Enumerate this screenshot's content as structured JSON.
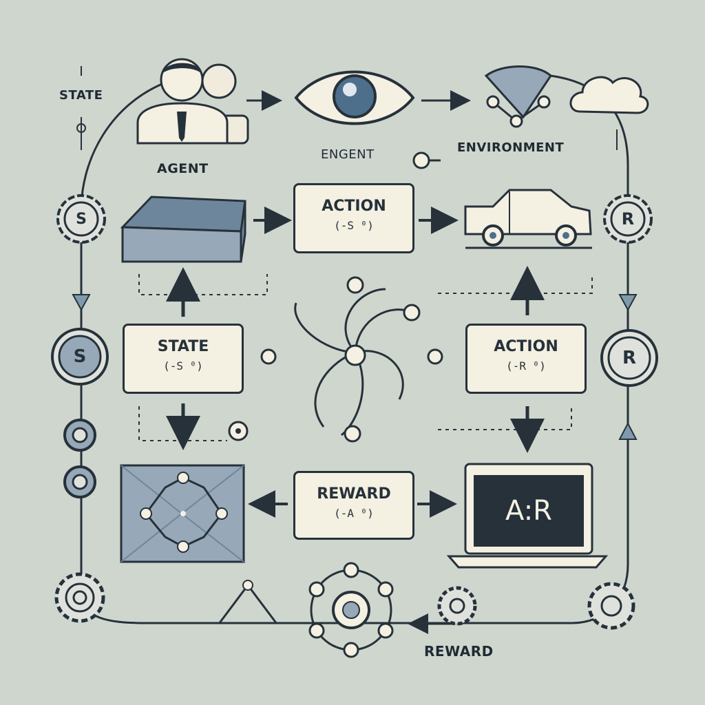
{
  "labels": {
    "state_top": "STATE",
    "agent": "AGENT",
    "engent": "ENGENT",
    "environment": "ENVIRONMENT",
    "reward_bottom": "REWARD"
  },
  "boxes": {
    "action_top": {
      "title": "ACTION",
      "sub": "(-S ⁰)"
    },
    "state_mid": {
      "title": "STATE",
      "sub": "(-S ⁰)"
    },
    "action_mid": {
      "title": "ACTION",
      "sub": "(-R ⁰)"
    },
    "reward_mid": {
      "title": "REWARD",
      "sub": "(-A ⁰)"
    }
  },
  "circle_letters": {
    "s_top": "S",
    "s_mid": "S",
    "r_top": "R",
    "r_mid": "R"
  },
  "screen": {
    "text": "A:R"
  },
  "colors": {
    "background": "#cfd6ce",
    "line": "#26313a",
    "box_fill": "#f4f0e2",
    "accent_blue": "#4d6f8c",
    "fill_gray_blue": "#97a8b8"
  },
  "icons": [
    "agent-people-icon",
    "eye-icon",
    "network-triangle-icon",
    "cloud-icon",
    "cube-icon",
    "car-icon",
    "swirl-icon",
    "graph-panel-icon",
    "laptop-icon",
    "gear-icon",
    "hub-icon",
    "triangle-icon"
  ]
}
